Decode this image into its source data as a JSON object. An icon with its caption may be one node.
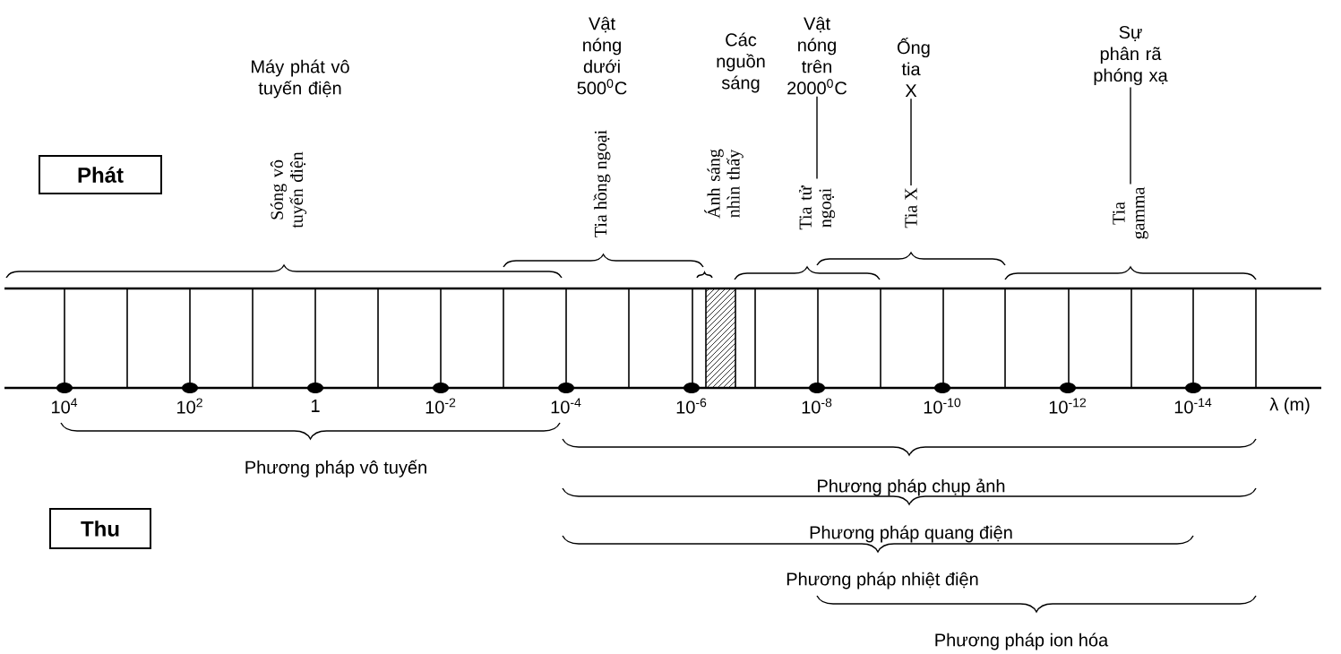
{
  "diagram": {
    "nodes": [
      {
        "text": [
          "Phát"
        ]
      },
      {
        "text": [
          "Thu"
        ]
      },
      {
        "text": [
          "Vật nóng trên 2000$^{0}$C"
        ]
      },
      {
        "text": [
          "Ống tia X"
        ]
      },
      {
        "text": [
          "Sự phân rã phóng xạ"
        ]
      },
      {
        "text": [
          "Tia tử ngoại"
        ]
      },
      {
        "text": [
          "Tia X"
        ]
      },
      {
        "text": [
          "Tia gamma"
        ]
      }
    ],
    "edges": [
      {
        "from": 2,
        "to": 5,
        "arrow": "none"
      },
      {
        "from": 3,
        "to": 6,
        "arrow": "none"
      },
      {
        "from": 4,
        "to": 7,
        "arrow": "none"
      }
    ],
    "labels": [
      "Máy phát vô tuyến điện",
      "Vật nóng dưới 500$^{0}$C",
      "Các nguồn sáng",
      "Sóng vô tuyến điện",
      "Tia hồng ngoại",
      "Ánh sáng nhìn thấy",
      "10$^{4}$",
      "10$^{2}$",
      "1",
      "10$^{-2}$",
      "10$^{-4}$",
      "10$^{-6}$",
      "10$^{-8}$",
      "10$^{-10}$",
      "10$^{-12}$",
      "10$^{-14}$",
      "λ (m)",
      "Phương pháp vô tuyến",
      "Phương pháp chụp ảnh",
      "Phương pháp quang điện",
      "Phương pháp nhiệt điện",
      "Phương pháp ion hóa"
    ]
  }
}
